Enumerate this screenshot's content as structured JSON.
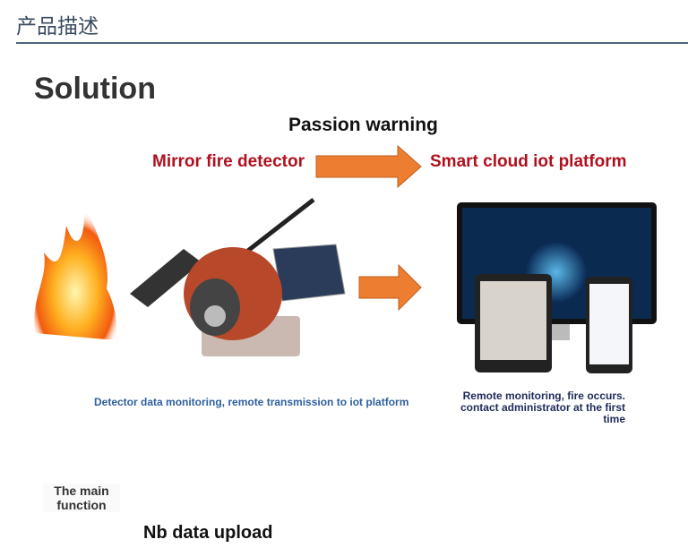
{
  "header": {
    "title": "产品描述"
  },
  "slide": {
    "title": "Solution",
    "passion_warning": "Passion warning",
    "left_label": "Mirror fire detector",
    "right_label": "Smart cloud iot platform",
    "caption_left": "Detector data monitoring, remote transmission to iot platform",
    "caption_right": "Remote monitoring, fire occurs. contact administrator at the first time",
    "main_function": "The main function",
    "nb_upload": "Nb data upload",
    "colors": {
      "arrow": "#ed7d31",
      "red": "#b0101e",
      "rule": "#4e6380"
    }
  }
}
